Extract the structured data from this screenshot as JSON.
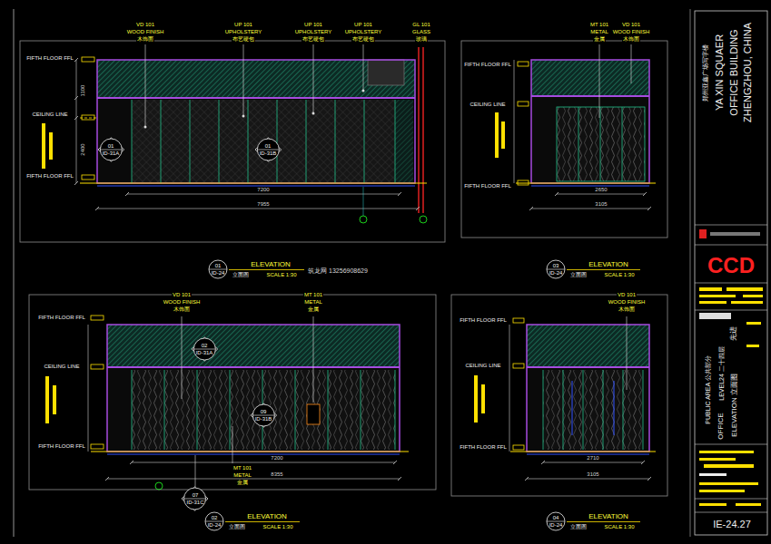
{
  "diagram": {
    "nodes": [
      {
        "text": [
          "01",
          "ID-31A"
        ]
      },
      {
        "text": [
          "01",
          "ID-31B"
        ]
      },
      {
        "text": [
          "01",
          "ID-24"
        ]
      },
      {
        "text": [
          "03",
          "ID-24"
        ]
      },
      {
        "text": [
          "02",
          "ID-31A"
        ]
      },
      {
        "text": [
          "09",
          "ID-31B"
        ]
      },
      {
        "text": [
          "07",
          "ID-31C"
        ]
      },
      {
        "text": [
          "02",
          "ID-24"
        ]
      },
      {
        "text": [
          "04",
          "ID-24"
        ]
      }
    ],
    "labels": [
      "VD 101",
      "WOOD FINISH",
      "木饰面",
      "UP 101",
      "UPHOLSTERY",
      "布艺硬包",
      "UP 101",
      "UPHOLSTERY",
      "布艺硬包",
      "UP 101",
      "UPHOLSTERY",
      "布艺硬包",
      "GL 101",
      "GLASS",
      "玻璃",
      "FIFTH FLOOR FFL",
      "CEILING LINE",
      "FIFTH FLOOR FFL",
      "1100",
      "2400",
      "7200",
      "7955",
      "ELEVATION",
      "立面图",
      "SCALE 1:30",
      "MT 101",
      "METAL",
      "金属",
      "VD 101",
      "WOOD FINISH",
      "木饰面",
      "FIFTH FLOOR FFL",
      "CEILING LINE",
      "FIFTH FLOOR FFL",
      "2650",
      "3105",
      "ELEVATION",
      "立面图",
      "SCALE 1:30",
      "VD 101",
      "WOOD FINISH",
      "木饰面",
      "MT 101",
      "METAL",
      "金属",
      "MT 101",
      "METAL",
      "金属",
      "FIFTH FLOOR FFL",
      "CEILING LINE",
      "FIFTH FLOOR FFL",
      "7200",
      "8355",
      "ELEVATION",
      "立面图",
      "SCALE 1:30",
      "VD 101",
      "WOOD FINISH",
      "木饰面",
      "FIFTH FLOOR FFL",
      "CEILING LINE",
      "FIFTH FLOOR FFL",
      "2710",
      "3105",
      "ELEVATION",
      "立面图",
      "SCALE 1:30",
      "筑龙网 13256908629",
      "郑州亚鑫广场写字楼",
      "YA XIN SQUAER",
      "OFFICE BUILDING",
      "ZHENGZHOU, CHINA",
      "CCD",
      "先进",
      "PUBLIC AREA 公共部分",
      "LEVEL24 二十四层",
      "OFFICE",
      "ELEVATION 立面图",
      "IE-24.27"
    ]
  }
}
